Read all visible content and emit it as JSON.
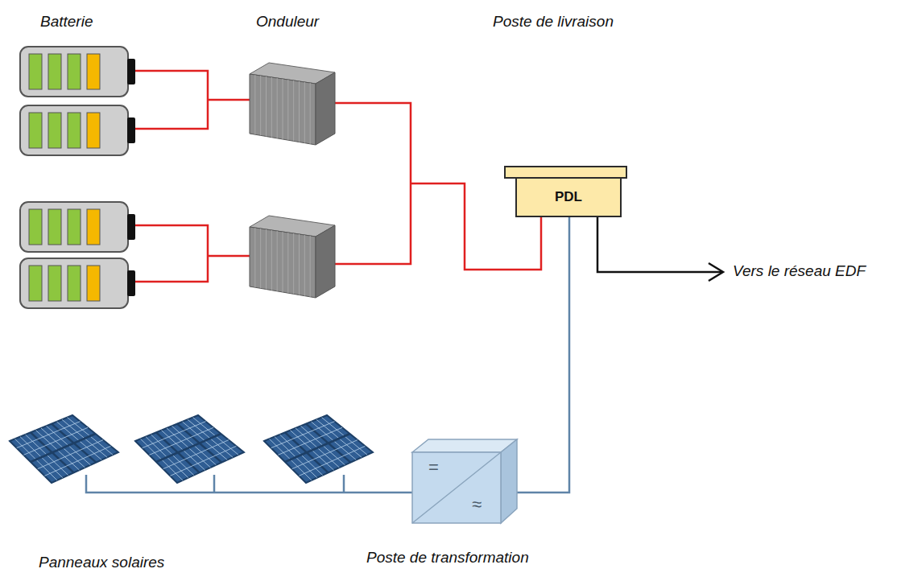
{
  "diagram": {
    "nodes": [
      {
        "text": [
          "PDL"
        ]
      }
    ],
    "labels": [
      "Batterie",
      "Onduleur",
      "Poste de livraison",
      "Vers le réseau EDF",
      "Panneaux solaires",
      "Poste de transformation",
      "=",
      "≈"
    ]
  }
}
